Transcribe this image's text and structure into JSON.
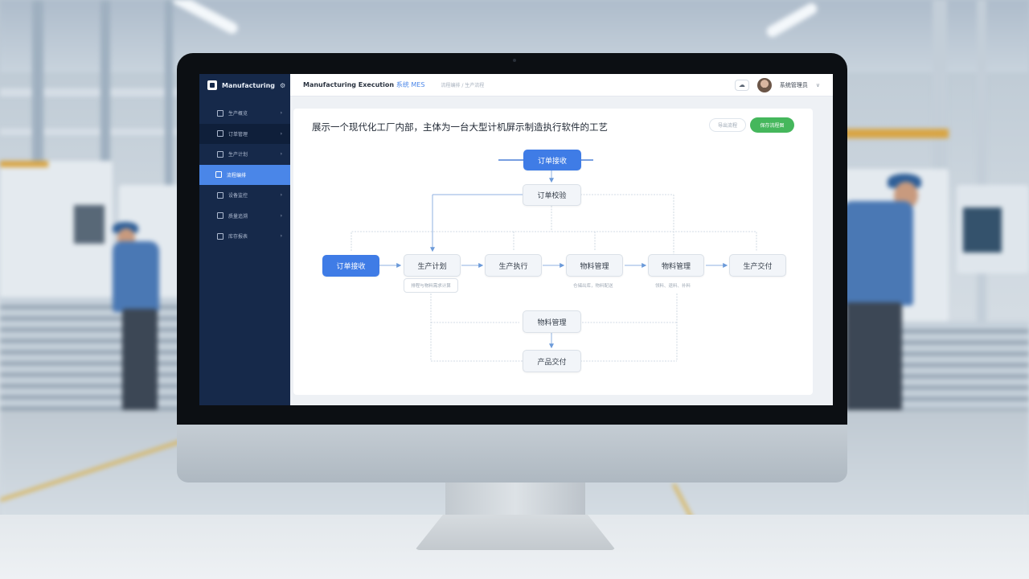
{
  "sidebar": {
    "brand": "Manufacturing",
    "items": [
      {
        "label": "生产概览",
        "expanded": false
      },
      {
        "label": "订单管理",
        "expanded": true
      },
      {
        "label": "生产计划",
        "expanded": false
      },
      {
        "label": "流程编排",
        "active": true
      },
      {
        "label": "设备监控",
        "expanded": false
      },
      {
        "label": "质量追溯",
        "expanded": false
      },
      {
        "label": "库存报表",
        "expanded": false
      }
    ]
  },
  "topbar": {
    "title": "Manufacturing Execution",
    "title_accent": "系统 MES",
    "breadcrumb": "流程编排 / 生产流程",
    "user_name": "系统管理员"
  },
  "content": {
    "title": "展示一个现代化工厂内部，主体为一台大型计机屏示制造执行软件的工艺",
    "buttons": {
      "secondary": "导出流程",
      "primary": "保存流程图"
    }
  },
  "flow": {
    "top_node": "订单接收",
    "second_node": "订单校验",
    "row": [
      {
        "label": "订单接收",
        "highlight": true
      },
      {
        "label": "生产计划",
        "note": "排程与物料需求计算"
      },
      {
        "label": "生产执行"
      },
      {
        "label": "物料管理",
        "caption": "仓储出库，物料配送"
      },
      {
        "label": "物料管理",
        "caption": "领料、退料、补料"
      },
      {
        "label": "生产交付"
      }
    ],
    "bottom_nodes": [
      "物料管理",
      "产品交付"
    ]
  },
  "colors": {
    "sidebar": "#16294a",
    "accent": "#4a86e8",
    "primary_button": "#45b75c"
  }
}
